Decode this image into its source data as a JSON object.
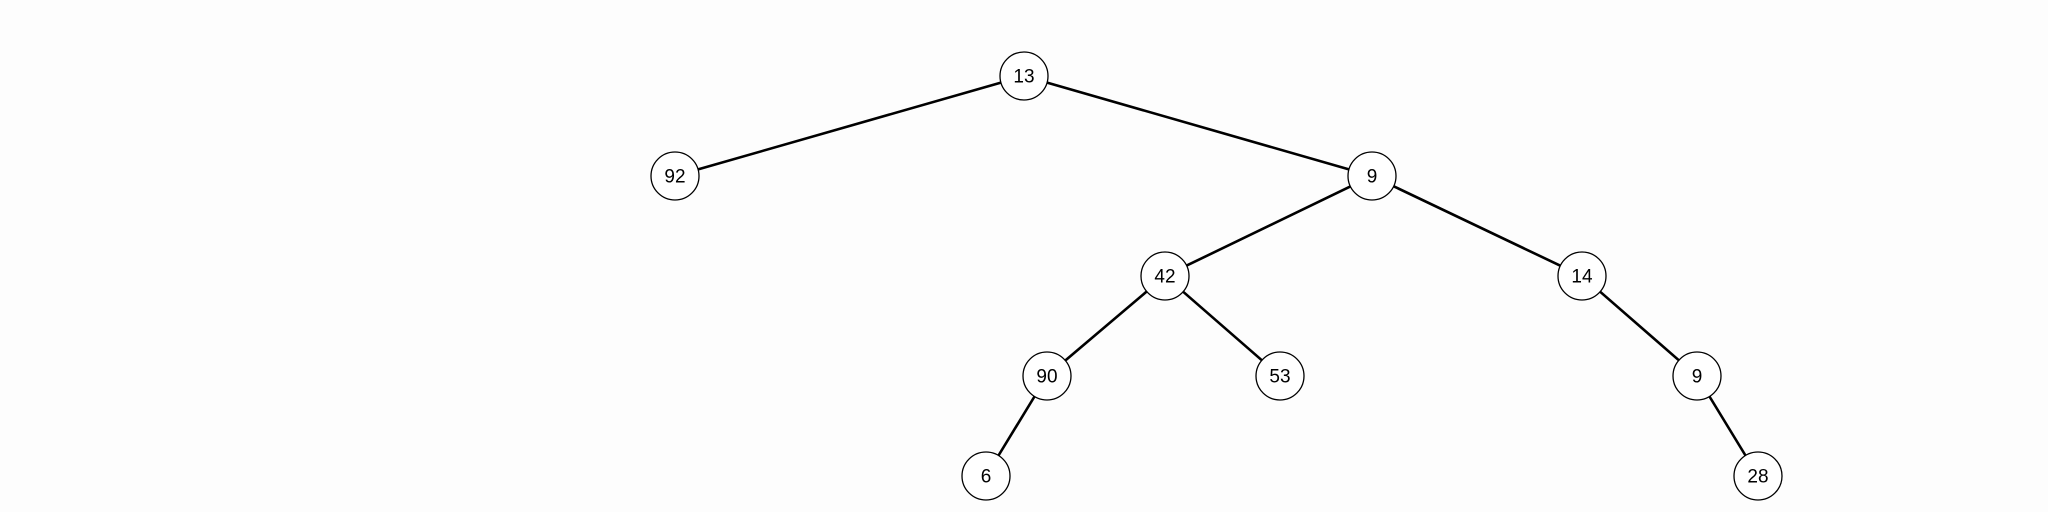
{
  "tree": {
    "nodes": [
      {
        "id": "n1",
        "label": "13"
      },
      {
        "id": "n2",
        "label": "92"
      },
      {
        "id": "n3",
        "label": "9"
      },
      {
        "id": "n4",
        "label": "42"
      },
      {
        "id": "n5",
        "label": "14"
      },
      {
        "id": "n6",
        "label": "90"
      },
      {
        "id": "n7",
        "label": "53"
      },
      {
        "id": "n8",
        "label": "9"
      },
      {
        "id": "n9",
        "label": "6"
      },
      {
        "id": "n10",
        "label": "28"
      }
    ],
    "edges": [
      {
        "from": "n1",
        "to": "n2"
      },
      {
        "from": "n1",
        "to": "n3"
      },
      {
        "from": "n3",
        "to": "n4"
      },
      {
        "from": "n3",
        "to": "n5"
      },
      {
        "from": "n4",
        "to": "n6"
      },
      {
        "from": "n4",
        "to": "n7"
      },
      {
        "from": "n5",
        "to": "n8"
      },
      {
        "from": "n6",
        "to": "n9"
      },
      {
        "from": "n8",
        "to": "n10"
      }
    ]
  }
}
